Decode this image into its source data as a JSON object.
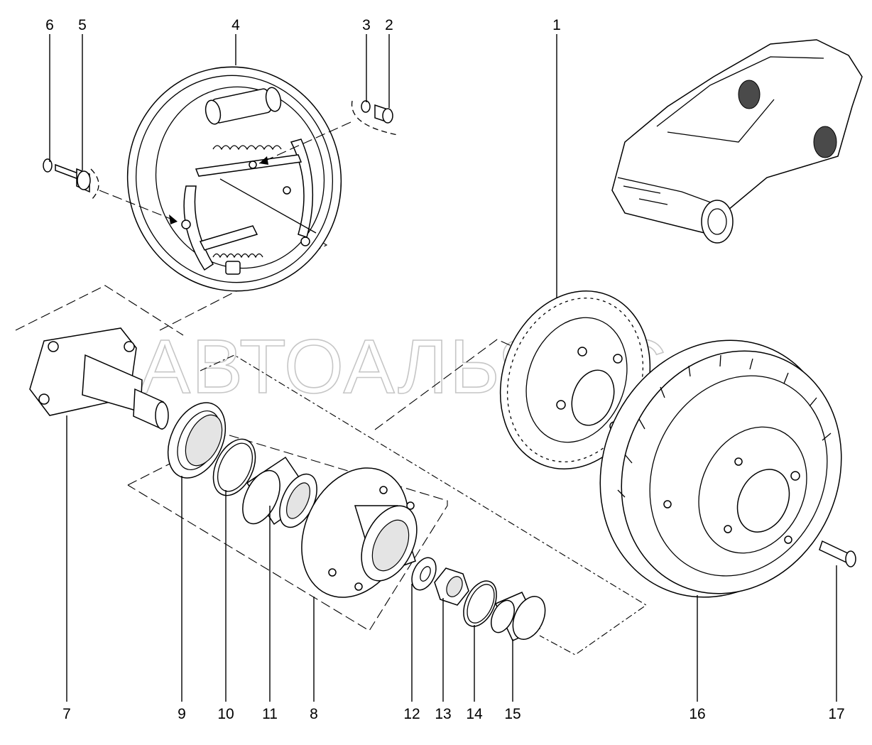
{
  "watermark": "АВТОАЛЬЯНС",
  "parts": [
    {
      "id": "p1",
      "label": "1"
    },
    {
      "id": "p2",
      "label": "2"
    },
    {
      "id": "p3",
      "label": "3"
    },
    {
      "id": "p4",
      "label": "4"
    },
    {
      "id": "p5",
      "label": "5"
    },
    {
      "id": "p6",
      "label": "6"
    },
    {
      "id": "p7",
      "label": "7"
    },
    {
      "id": "p8",
      "label": "8"
    },
    {
      "id": "p9",
      "label": "9"
    },
    {
      "id": "p10",
      "label": "10"
    },
    {
      "id": "p11",
      "label": "11"
    },
    {
      "id": "p12",
      "label": "12"
    },
    {
      "id": "p13",
      "label": "13"
    },
    {
      "id": "p14",
      "label": "14"
    },
    {
      "id": "p15",
      "label": "15"
    },
    {
      "id": "p16",
      "label": "16"
    },
    {
      "id": "p17",
      "label": "17"
    }
  ]
}
